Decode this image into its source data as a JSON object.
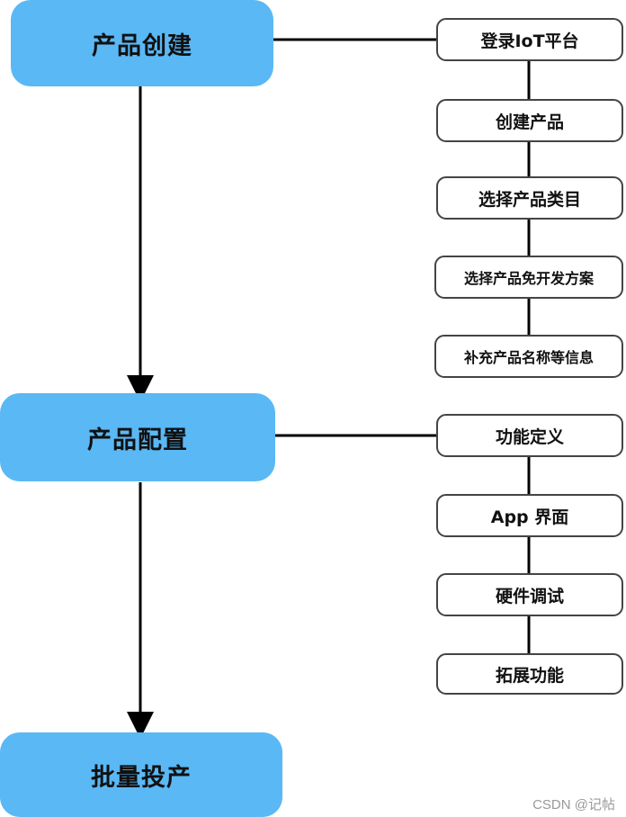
{
  "main_steps": [
    {
      "label": "产品创建"
    },
    {
      "label": "产品配置"
    },
    {
      "label": "批量投产"
    }
  ],
  "creation_steps": [
    {
      "label": "登录IoT平台"
    },
    {
      "label": "创建产品"
    },
    {
      "label": "选择产品类目"
    },
    {
      "label": "选择产品免开发方案"
    },
    {
      "label": "补充产品名称等信息"
    }
  ],
  "configuration_steps": [
    {
      "label": "功能定义"
    },
    {
      "label": "App 界面"
    },
    {
      "label": "硬件调试"
    },
    {
      "label": "拓展功能"
    }
  ],
  "watermark": "CSDN @记帖",
  "colors": {
    "main_box": "#5ab8f5",
    "line": "#000000",
    "step_border": "#444444"
  }
}
